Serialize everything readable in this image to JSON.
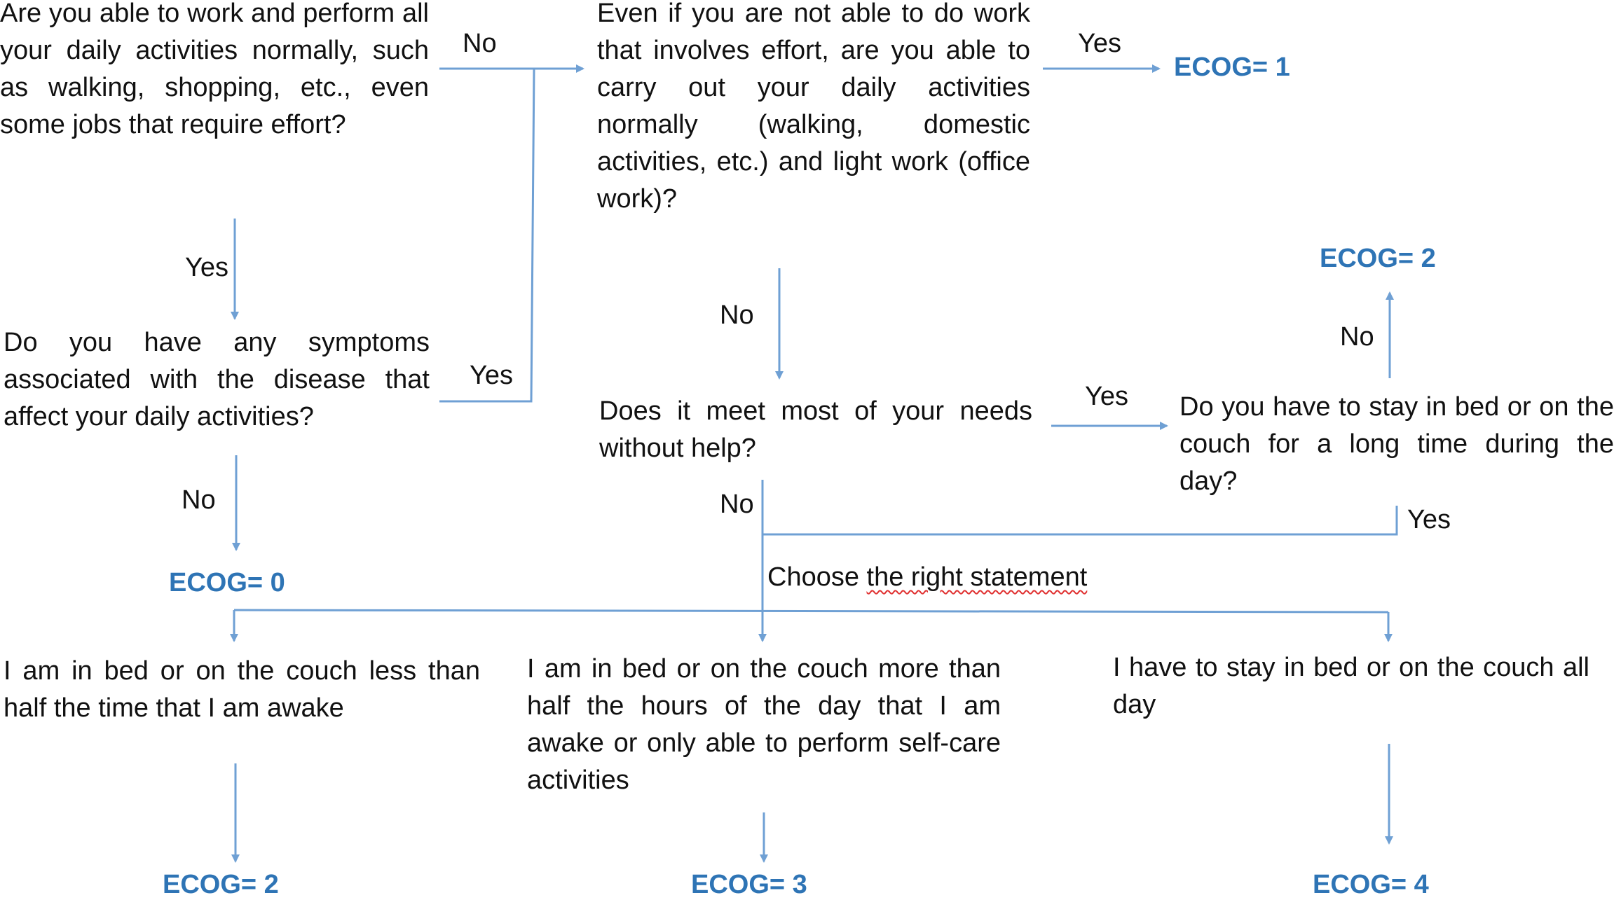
{
  "colors": {
    "line": "#6fa0d4",
    "ecog": "#2e74b5",
    "text": "#111111",
    "spellcheck": "#e03030"
  },
  "nodes": {
    "q_work": "Are you able to work and perform all your daily activities normally, such as walking, shopping, etc., even some jobs that require effort?",
    "q_light_work": "Even if you are not able to do work that involves effort, are you able to carry out your daily activities normally (walking, domestic activities, etc.) and light work (office work)?",
    "q_symptoms": "Do you have any symptoms associated with the disease that affect your daily activities?",
    "q_needs": "Does it meet most of your needs without help?",
    "q_bed": "Do you have to stay in bed or on the couch for a long time during the day?",
    "s_less_half": "I am in bed or on the couch less than half the time that I am awake",
    "s_more_half": "I am in bed or on the couch more than half the hours of the day that I am awake or only able to perform self-care activities",
    "s_all_day": "I have to stay in bed or on the couch all day"
  },
  "choose": {
    "lead": "Choose ",
    "squiggly": "the right statement"
  },
  "labels": {
    "no_1": "No",
    "yes_1": "Yes",
    "yes_2": "Yes",
    "no_2": "No",
    "no_3": "No",
    "yes_3": "Yes",
    "no_4": "No",
    "no_5": "No",
    "yes_4": "Yes"
  },
  "results": {
    "ecog_0": "ECOG= 0",
    "ecog_1": "ECOG= 1",
    "ecog_2_top": "ECOG= 2",
    "ecog_2": "ECOG= 2",
    "ecog_3": "ECOG= 3",
    "ecog_4": "ECOG= 4"
  }
}
